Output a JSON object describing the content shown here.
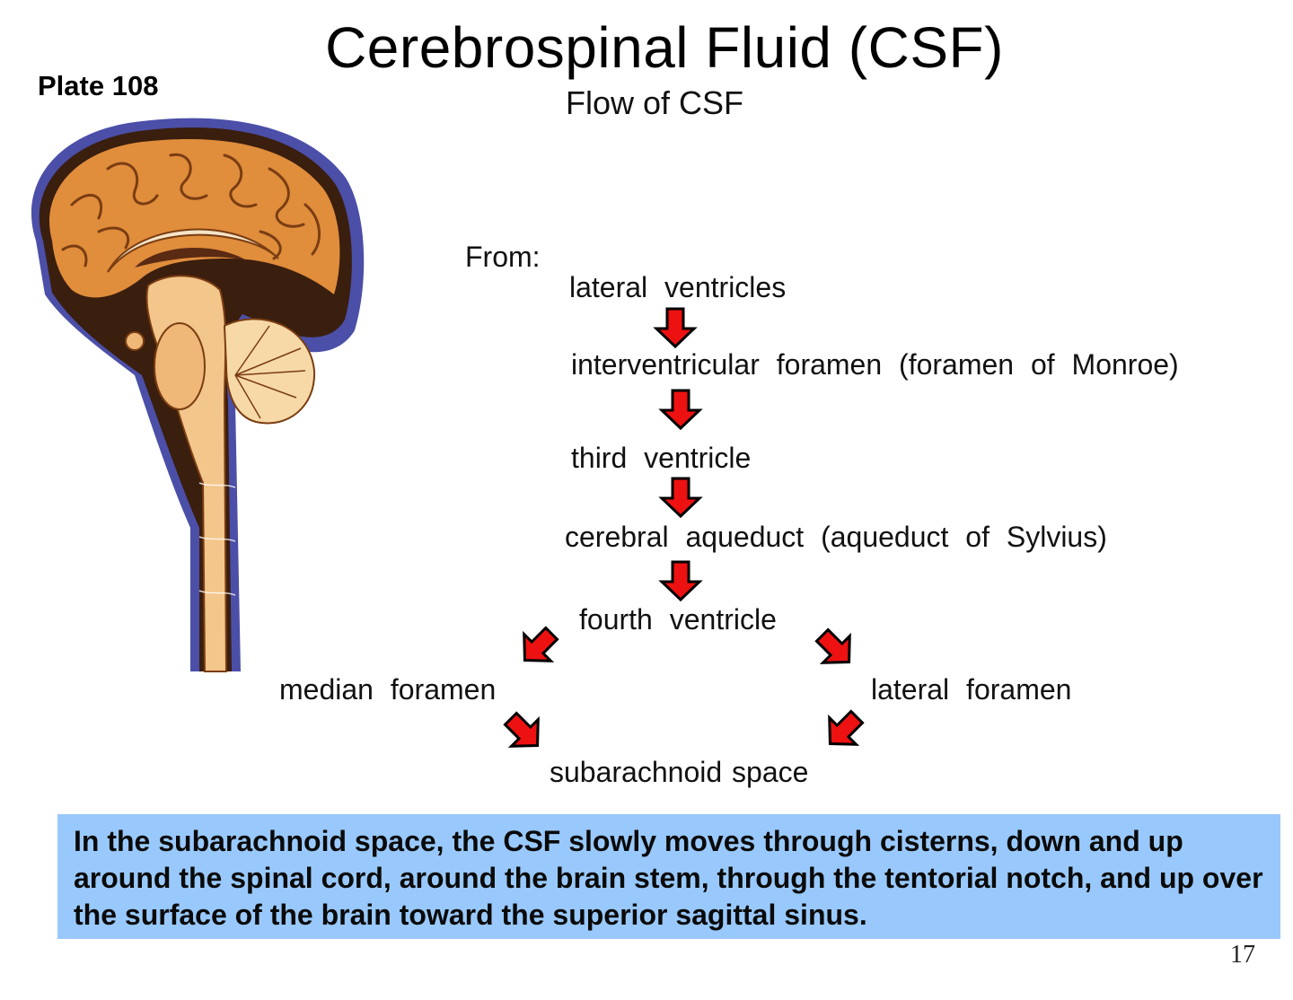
{
  "slide": {
    "title": "Cerebrospinal Fluid (CSF)",
    "subtitle": "Flow of CSF",
    "plate_label": "Plate 108",
    "page_number": "17"
  },
  "flow": {
    "from_label": "From:",
    "nodes": [
      "lateral ventricles",
      "interventricular foramen (foramen of Monroe)",
      "third ventricle",
      "cerebral aqueduct (aqueduct of Sylvius)",
      "fourth ventricle",
      "median foramen",
      "lateral foramen",
      "subarachnoid space"
    ],
    "arrow_color": "#ee1111"
  },
  "note": {
    "text": "In the subarachnoid space, the CSF slowly moves through cisterns, down and up around the spinal cord, around the brain stem, through the tentorial notch, and up over the surface of the brain toward the superior sagittal sinus.",
    "background": "#99c9fc"
  },
  "illustration": {
    "icon": "brain-sagittal-section-icon"
  }
}
